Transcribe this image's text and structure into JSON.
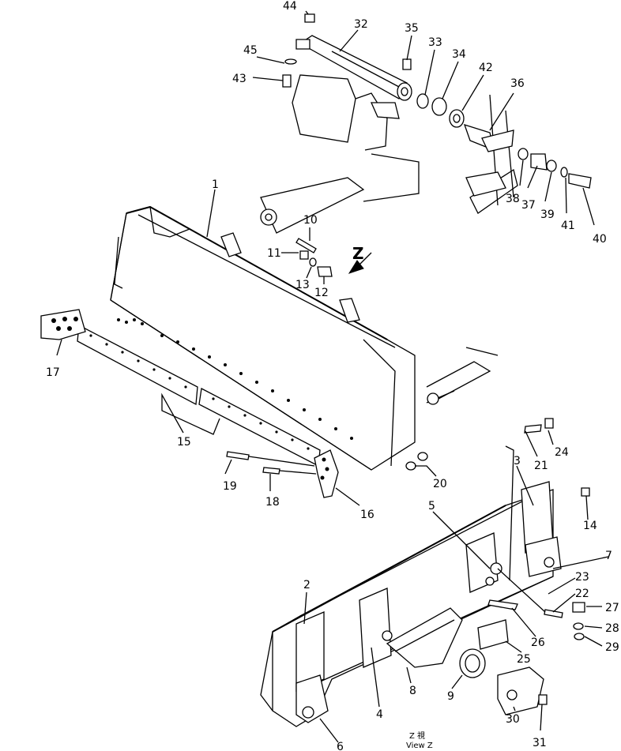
{
  "callouts": {
    "p1": "1",
    "p2": "2",
    "p3": "3",
    "p4": "4",
    "p5": "5",
    "p6": "6",
    "p7": "7",
    "p8": "8",
    "p9": "9",
    "p10": "10",
    "p11": "11",
    "p12": "12",
    "p13": "13",
    "p14": "14",
    "p15": "15",
    "p16": "16",
    "p17": "17",
    "p18": "18",
    "p19": "19",
    "p20": "20",
    "p21": "21",
    "p22": "22",
    "p23": "23",
    "p24": "24",
    "p25": "25",
    "p26": "26",
    "p27": "27",
    "p28": "28",
    "p29": "29",
    "p30": "30",
    "p31": "31",
    "p32": "32",
    "p33": "33",
    "p34": "34",
    "p35": "35",
    "p36": "36",
    "p37": "37",
    "p38": "38",
    "p39": "39",
    "p40": "40",
    "p41": "41",
    "p42": "42",
    "p43": "43",
    "p44": "44",
    "p45": "45"
  },
  "view_marker": "Z",
  "view_caption_top": "Z  視",
  "view_caption_bottom": "View Z"
}
